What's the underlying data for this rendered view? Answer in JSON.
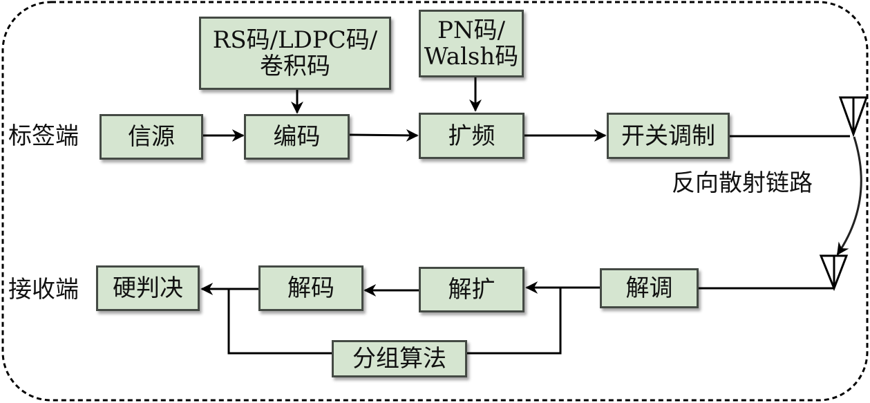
{
  "diagram": {
    "title": "",
    "colors": {
      "box_fill": "#d5e5d0",
      "box_border": "#444a44",
      "line": "#000000"
    },
    "tag_side": {
      "label": "标签端",
      "blocks": {
        "source": "信源",
        "encoder": "编码",
        "spread": "扩频",
        "switch_mod": "开关调制"
      },
      "code_box": {
        "line1": "RS码/LDPC码/",
        "line2": "卷积码"
      },
      "spread_code_box": {
        "line1": "PN码/",
        "line2": "Walsh码"
      }
    },
    "link_label": "反向散射链路",
    "receiver_side": {
      "label": "接收端",
      "blocks": {
        "hard_decision": "硬判决",
        "decoder": "解码",
        "despread": "解扩",
        "demod": "解调",
        "grouping": "分组算法"
      }
    }
  }
}
